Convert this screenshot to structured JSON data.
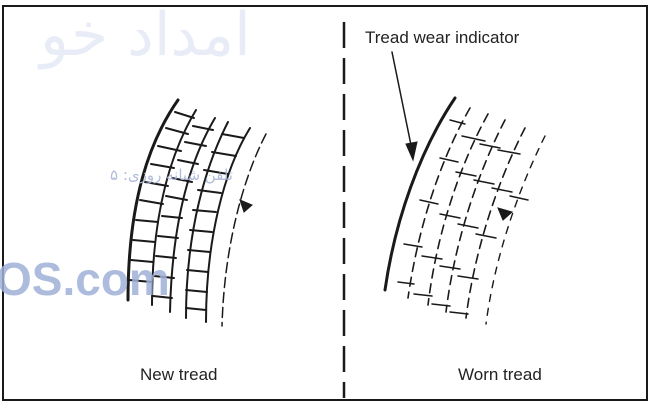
{
  "panels": {
    "left": {
      "caption": "New tread"
    },
    "right": {
      "caption": "Worn tread",
      "callout": "Tread wear indicator"
    }
  },
  "watermark": {
    "main": "امداد خو",
    "sub": "تلفن شبانه روزی: ۵",
    "domain": "OS.com"
  },
  "colors": {
    "ink": "#1a1a1a",
    "watermark": "#9fb0d8"
  }
}
